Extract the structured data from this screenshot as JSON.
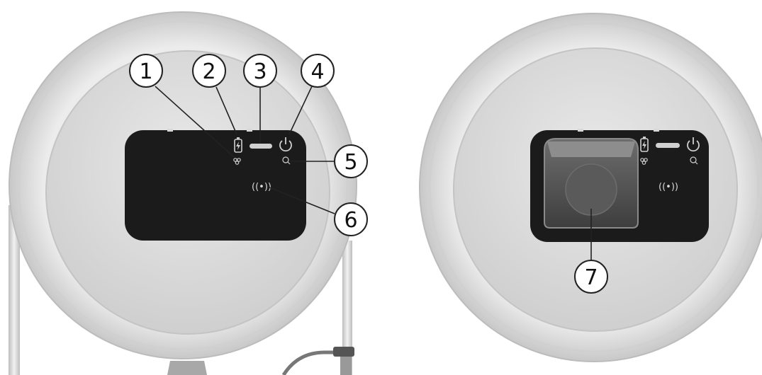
{
  "callouts": [
    {
      "id": 1,
      "label": "1"
    },
    {
      "id": 2,
      "label": "2"
    },
    {
      "id": 3,
      "label": "3"
    },
    {
      "id": 4,
      "label": "4"
    },
    {
      "id": 5,
      "label": "5"
    },
    {
      "id": 6,
      "label": "6"
    },
    {
      "id": 7,
      "label": "7"
    }
  ],
  "panel_icons": {
    "battery": "battery-charging-icon",
    "fan": "fan-icon",
    "status": "status-light-bar",
    "power": "power-icon",
    "fault": "fault-icon",
    "rfid": "rfid-reader-icon",
    "rfid_glyph": "((•))",
    "socket": "socket-cover"
  },
  "colors": {
    "body_outer": "#e6e6e6",
    "body_inner": "#d7d7d7",
    "panel": "#1b1b1b",
    "panel_symbols": "#d0d0d0",
    "socket_cover": "#555555",
    "callout_stroke": "#222222"
  }
}
